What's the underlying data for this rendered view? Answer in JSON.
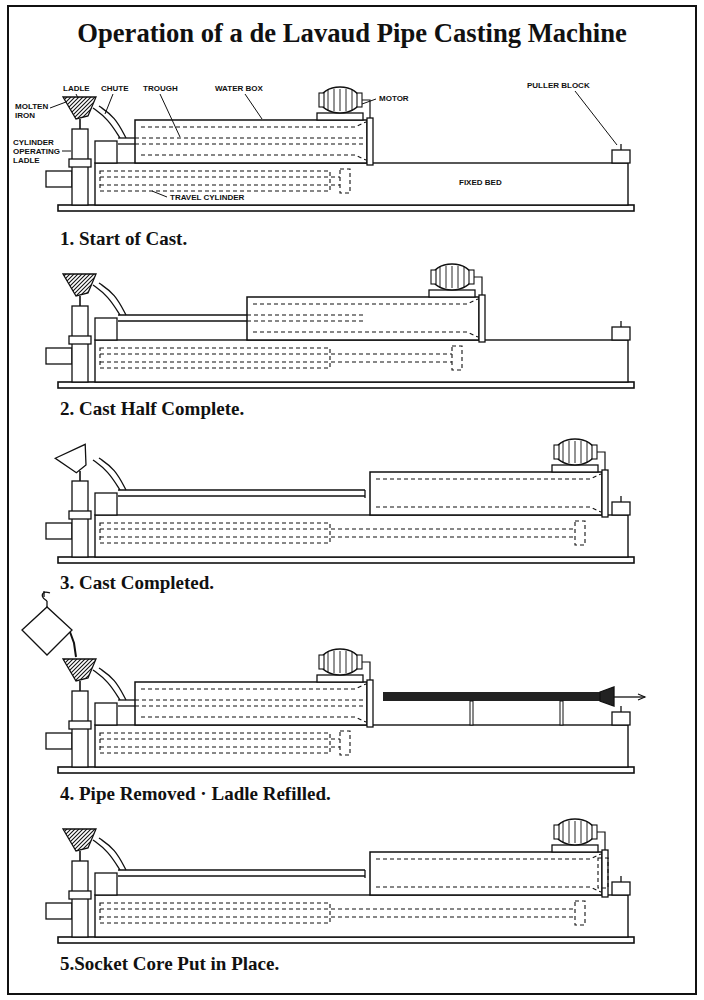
{
  "diagram": {
    "title": "Operation of a de Lavaud Pipe Casting Machine",
    "labels": [
      "MOLTEN IRON",
      "LADLE",
      "CHUTE",
      "TROUGH",
      "WATER BOX",
      "MOTOR",
      "PULLER BLOCK",
      "CYLINDER OPERATING LADLE",
      "TRAVEL CYLINDER",
      "FIXED BED",
      "1. Start of Cast.",
      "2. Cast Half Complete.",
      "3. Cast Completed.",
      "4. Pipe Removed · Ladle Refilled.",
      "5.Socket Core Put in Place."
    ]
  }
}
